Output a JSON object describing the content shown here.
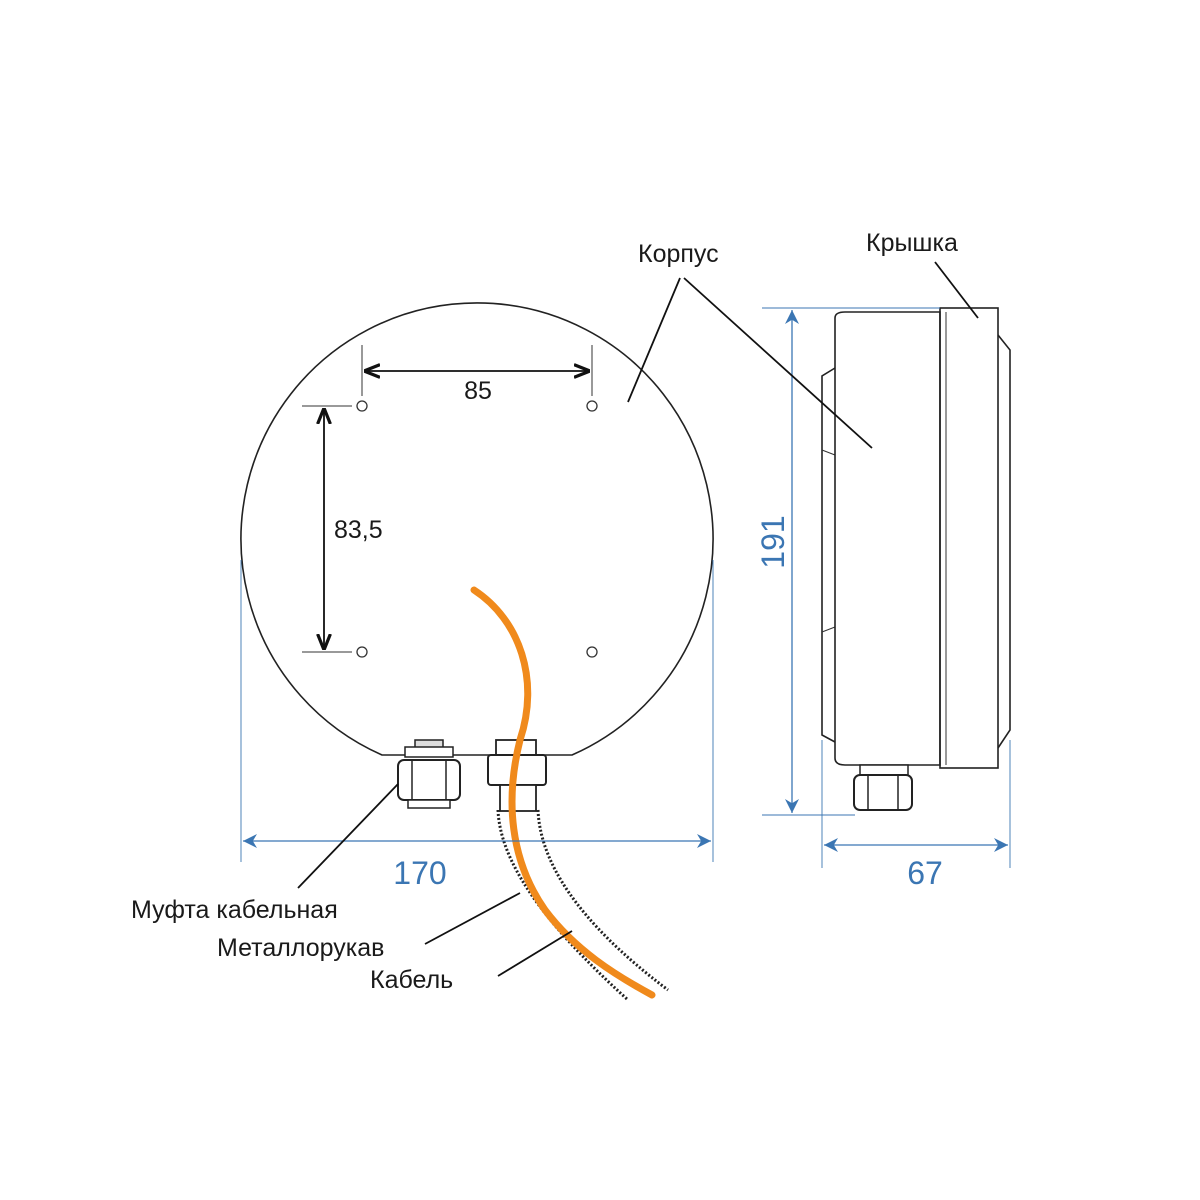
{
  "labels": {
    "body": "Корпус",
    "lid": "Крышка",
    "cable_gland": "Муфта кабельная",
    "metal_hose": "Металлорукав",
    "cable": "Кабель"
  },
  "dimensions": {
    "width": "170",
    "height": "191",
    "depth": "67",
    "hole_spacing_h": "85",
    "hole_spacing_v": "83,5"
  },
  "colors": {
    "dimension_blue": "#3b76b3",
    "cable_orange": "#f08a1c",
    "outline": "#222222"
  }
}
